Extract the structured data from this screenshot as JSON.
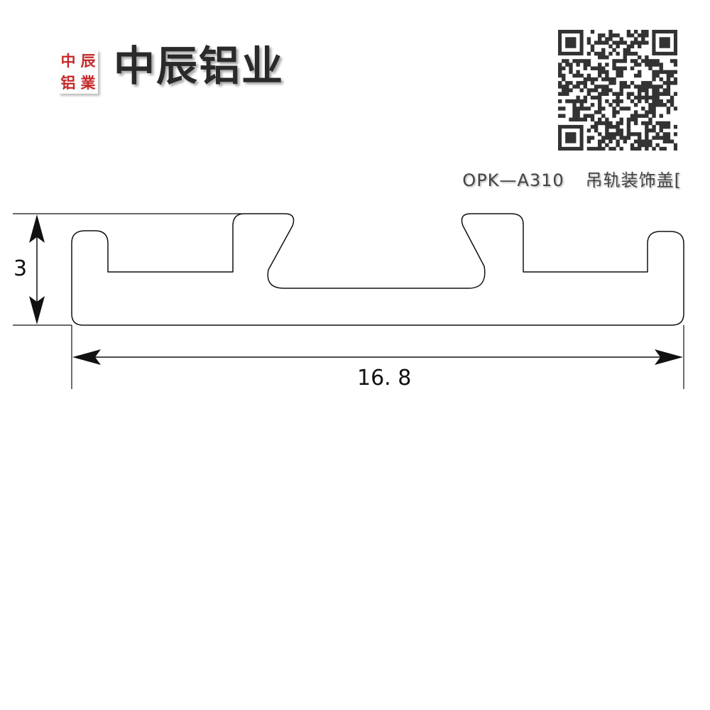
{
  "header": {
    "logo_seal_chars": [
      "中",
      "辰",
      "铝",
      "業"
    ],
    "brand_name": "中辰铝业",
    "qr_code_icon": "qr-code-icon"
  },
  "product": {
    "model": "OPK—A310",
    "name": "吊轨装饰盖["
  },
  "drawing": {
    "height_dimension": "3",
    "width_dimension": "16. 8",
    "profile_icon": "aluminum-profile-outline-icon"
  },
  "colors": {
    "seal_red": "#c62828",
    "line": "#111111",
    "brand_text": "#2a2a2a",
    "caption_text": "#444444"
  }
}
